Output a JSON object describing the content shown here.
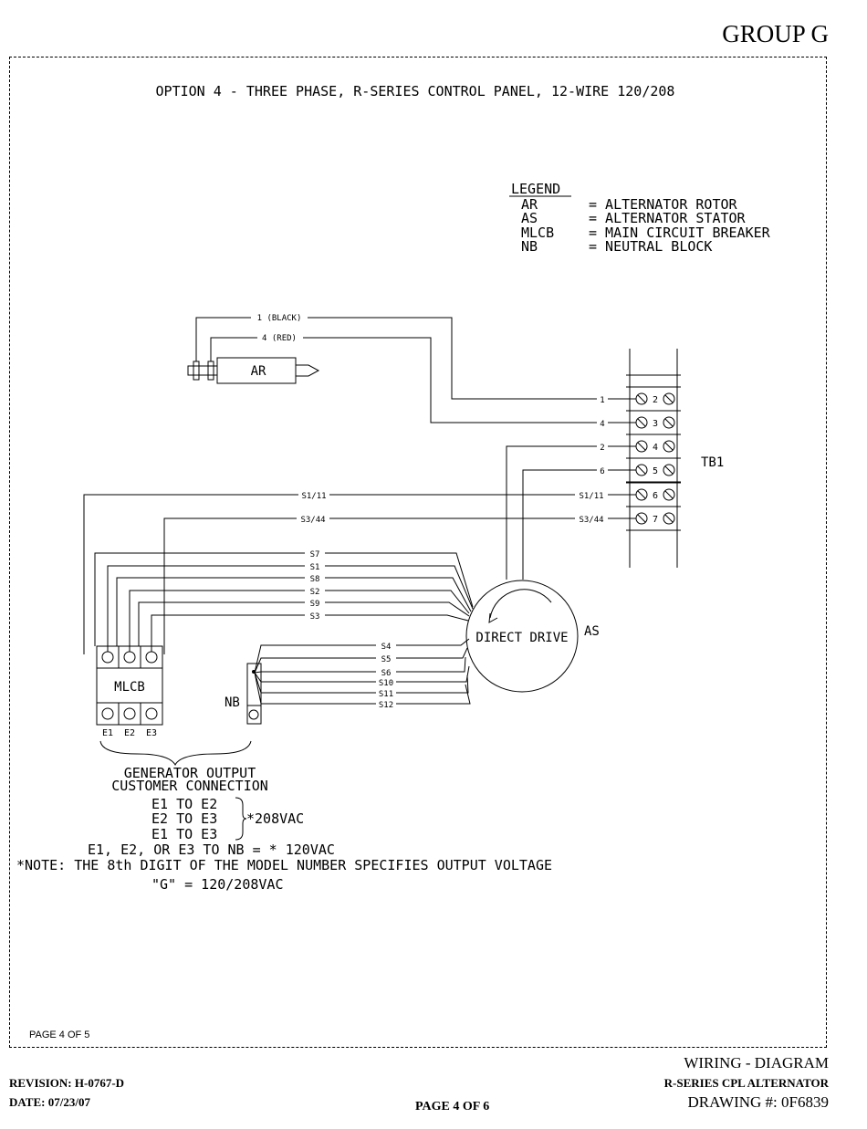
{
  "header": {
    "group": "GROUP G"
  },
  "diagram": {
    "title": "OPTION 4 - THREE PHASE, R-SERIES CONTROL PANEL, 12-WIRE 120/208",
    "legend": {
      "heading": "LEGEND",
      "items": [
        {
          "abbr": "AR",
          "desc": "= ALTERNATOR ROTOR"
        },
        {
          "abbr": "AS",
          "desc": "= ALTERNATOR STATOR"
        },
        {
          "abbr": "MLCB",
          "desc": "= MAIN CIRCUIT BREAKER"
        },
        {
          "abbr": "NB",
          "desc": "= NEUTRAL BLOCK"
        }
      ]
    },
    "rotor": {
      "label": "AR",
      "wire1": "1 (BLACK)",
      "wire2": "4 (RED)"
    },
    "terminal_block": {
      "label": "TB1",
      "terminals": [
        "2",
        "3",
        "4",
        "5",
        "6",
        "7"
      ],
      "wire_labels": [
        "1",
        "4",
        "2",
        "6",
        "S1/11",
        "S3/44"
      ]
    },
    "stator": {
      "label": "AS",
      "center_text": "DIRECT DRIVE"
    },
    "wires": {
      "s1_11": "S1/11",
      "s3_44": "S3/44",
      "mlcb_leads": [
        "S7",
        "S1",
        "S8",
        "S2",
        "S9",
        "S3"
      ],
      "nb_leads": [
        "S4",
        "S5",
        "S6",
        "S10",
        "S11",
        "S12"
      ]
    },
    "mlcb": {
      "label": "MLCB",
      "outputs": [
        "E1",
        "E2",
        "E3"
      ]
    },
    "nb": {
      "label": "NB"
    },
    "notes": {
      "gen_output_line1": "GENERATOR OUTPUT",
      "gen_output_line2": "CUSTOMER CONNECTION",
      "pair1": "E1 TO E2",
      "pair2": "E2 TO E3",
      "pair3": "E1 TO E3",
      "pair_voltage": "*208VAC",
      "neutral": "E1, E2, OR E3 TO NB = * 120VAC",
      "note": "*NOTE: THE 8th DIGIT OF THE MODEL NUMBER SPECIFIES OUTPUT VOLTAGE",
      "voltage_code": "\"G\" = 120/208VAC"
    },
    "page_inner": "PAGE 4 OF 5"
  },
  "footer": {
    "revision": "REVISION: H-0767-D",
    "date": "DATE: 07/23/07",
    "page": "PAGE 4 OF 6",
    "title": "WIRING - DIAGRAM",
    "subtitle": "R-SERIES CPL ALTERNATOR",
    "drawing": "DRAWING #: 0F6839"
  }
}
